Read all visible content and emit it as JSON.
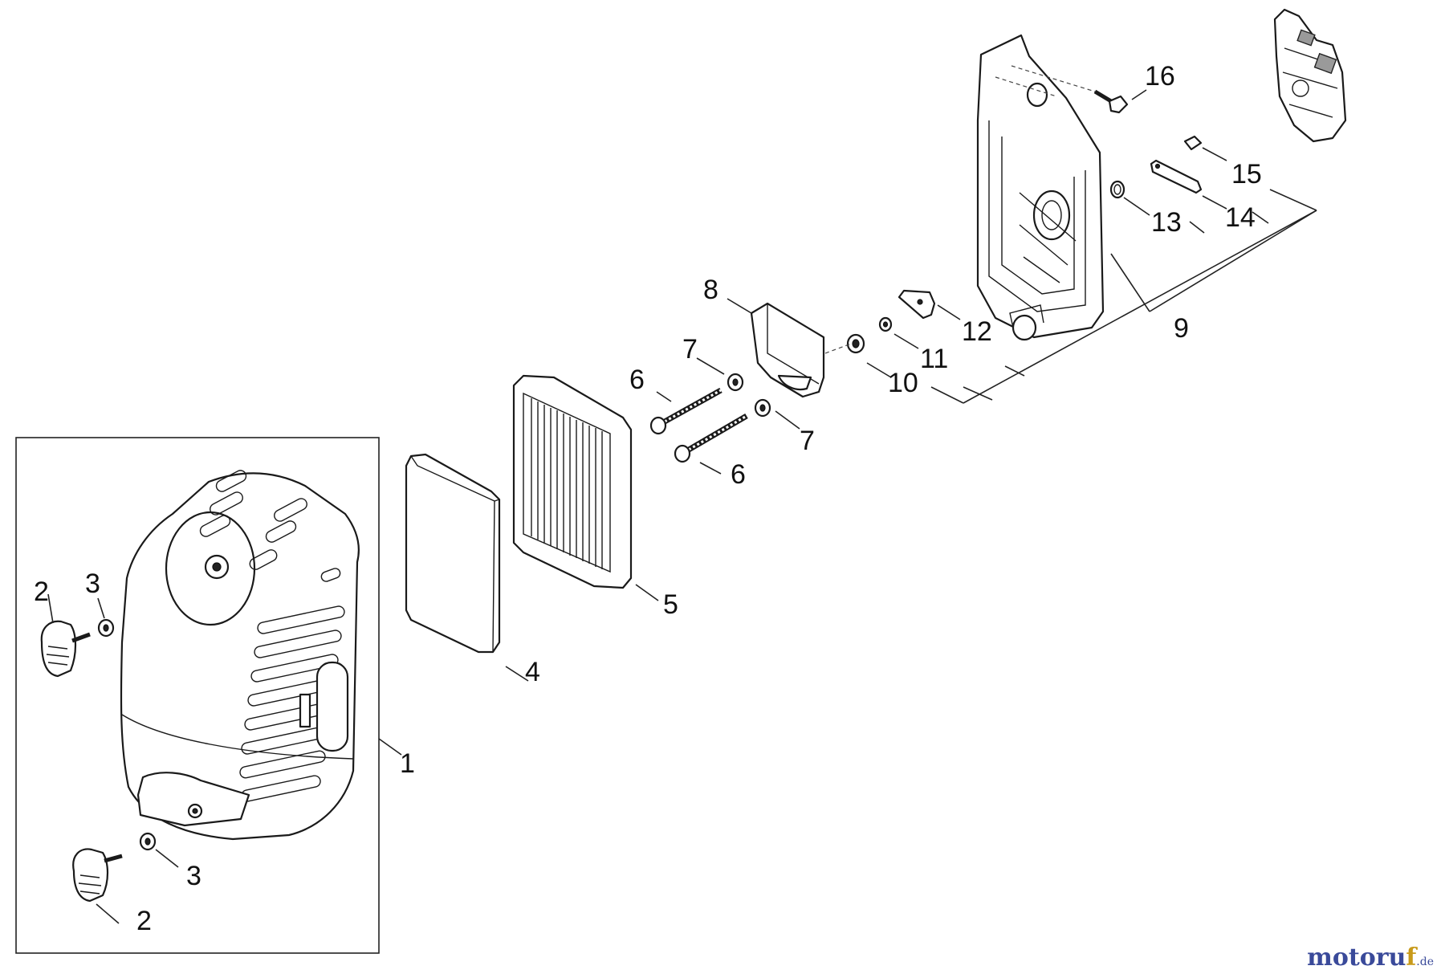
{
  "callouts": [
    {
      "id": "label-1",
      "text": "1"
    },
    {
      "id": "label-2a",
      "text": "2"
    },
    {
      "id": "label-2b",
      "text": "2"
    },
    {
      "id": "label-3a",
      "text": "3"
    },
    {
      "id": "label-3b",
      "text": "3"
    },
    {
      "id": "label-4",
      "text": "4"
    },
    {
      "id": "label-5",
      "text": "5"
    },
    {
      "id": "label-6a",
      "text": "6"
    },
    {
      "id": "label-6b",
      "text": "6"
    },
    {
      "id": "label-7a",
      "text": "7"
    },
    {
      "id": "label-7b",
      "text": "7"
    },
    {
      "id": "label-8",
      "text": "8"
    },
    {
      "id": "label-9",
      "text": "9"
    },
    {
      "id": "label-10",
      "text": "10"
    },
    {
      "id": "label-11",
      "text": "11"
    },
    {
      "id": "label-12",
      "text": "12"
    },
    {
      "id": "label-13",
      "text": "13"
    },
    {
      "id": "label-14",
      "text": "14"
    },
    {
      "id": "label-15",
      "text": "15"
    },
    {
      "id": "label-16",
      "text": "16"
    }
  ],
  "watermark": {
    "name": "motoruf",
    "accent": "f",
    "suffix": ".de",
    "colors": {
      "primary": "#3a4a9a",
      "accent": "#c89a1a"
    }
  }
}
